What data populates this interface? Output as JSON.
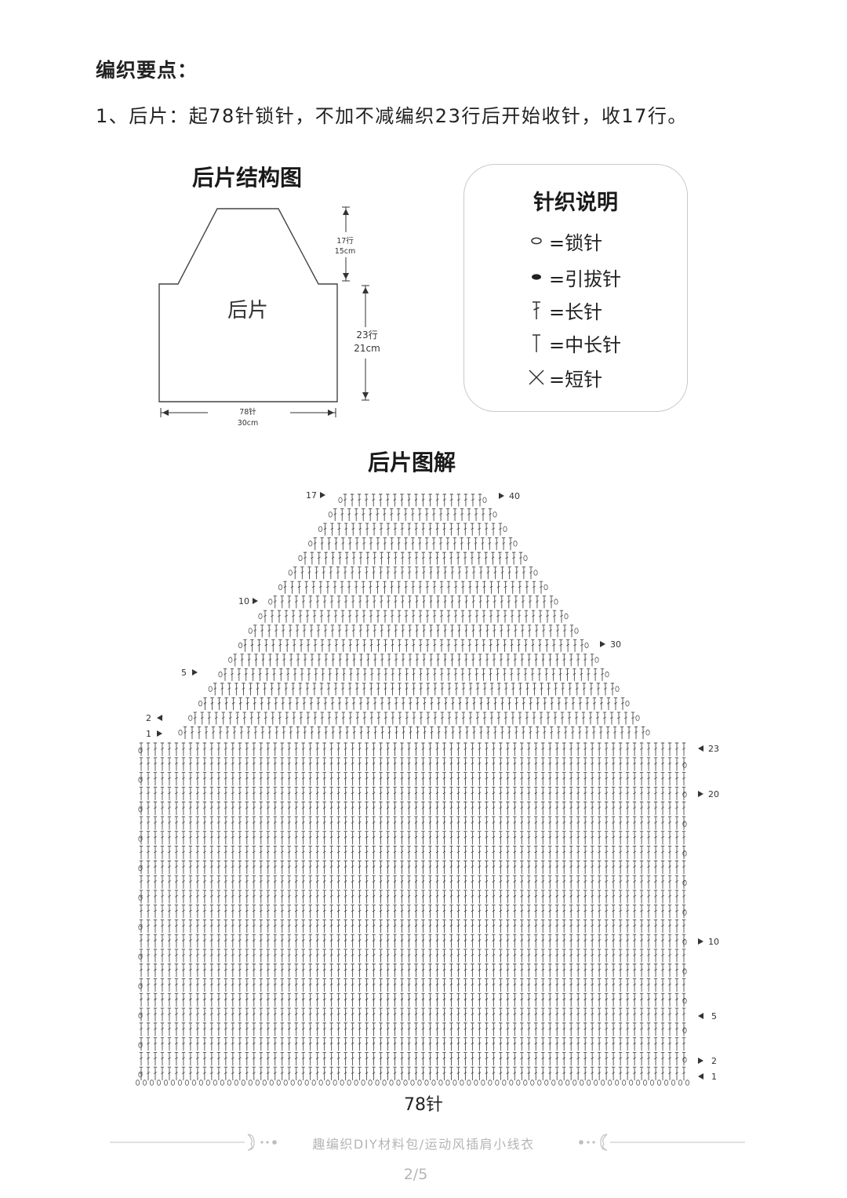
{
  "heading": "编织要点：",
  "paragraph": "1、后片：起78针锁针，不加不减编织23行后开始收针，收17行。",
  "structure": {
    "title": "后片结构图",
    "piece_label": "后片",
    "top_rows": "17行",
    "top_cm": "15cm",
    "body_rows": "23行",
    "body_cm": "21cm",
    "width_stitches": "78针",
    "width_cm": "30cm"
  },
  "legend": {
    "title": "针织说明",
    "items": [
      {
        "symbol": "chain-stitch-icon",
        "label": "=锁针"
      },
      {
        "symbol": "slip-stitch-icon",
        "label": "=引拔针"
      },
      {
        "symbol": "double-crochet-icon",
        "label": "=长针"
      },
      {
        "symbol": "half-double-crochet-icon",
        "label": "=中长针"
      },
      {
        "symbol": "single-crochet-icon",
        "label": "=短针"
      }
    ]
  },
  "chart": {
    "title": "后片图解",
    "stitch_count_label": "78针",
    "body_rows": 23,
    "body_stitches": 78,
    "yoke_rows": 17,
    "row_markers_left_yoke": [
      "17",
      "10",
      "5",
      "2",
      "1"
    ],
    "row_markers_right_yoke": [
      "40",
      "30"
    ],
    "row_markers_body": [
      "23",
      "20",
      "10",
      "5",
      "2",
      "1"
    ]
  },
  "footer": {
    "text": "趣编织DIY材料包/运动风插肩小线衣",
    "page": "2/5"
  }
}
